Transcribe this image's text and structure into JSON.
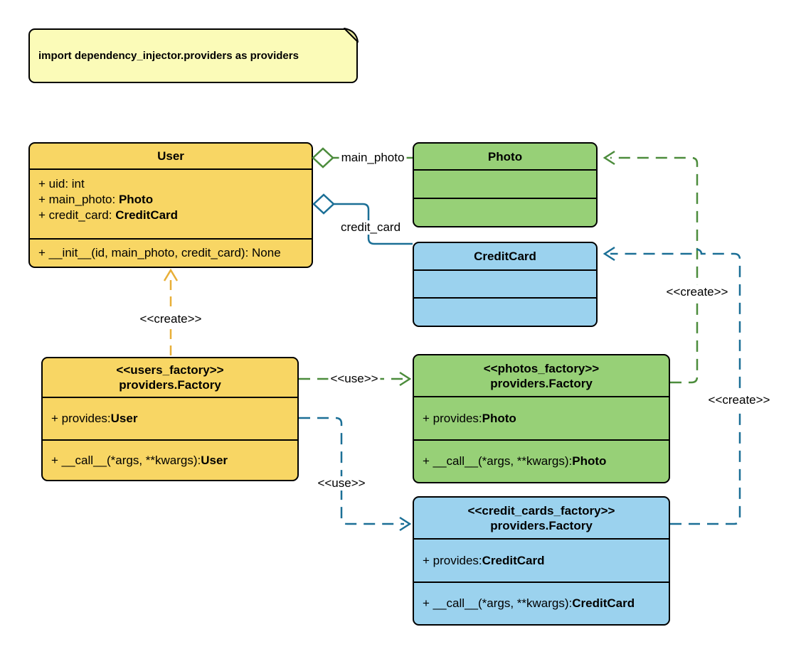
{
  "note": {
    "text": "import dependency_injector.providers as providers"
  },
  "colors": {
    "yellow_fill": "#F8D664",
    "green_fill": "#97D077",
    "blue_fill": "#9BD2EE",
    "note_fill": "#FBFBB8",
    "yellow_stroke": "#E8AF38",
    "green_stroke": "#4C8C3C",
    "blue_stroke": "#1B6F96",
    "border": "#000000"
  },
  "classes": {
    "user": {
      "title": "User",
      "attributes": [
        {
          "plain": "+ uid: int",
          "bold": ""
        },
        {
          "plain": "+ main_photo: ",
          "bold": "Photo"
        },
        {
          "plain": "+ credit_card: ",
          "bold": "CreditCard"
        }
      ],
      "method": {
        "plain": "+ __init__(id, main_photo, credit_card): None",
        "bold": ""
      }
    },
    "photo": {
      "title": "Photo"
    },
    "credit_card": {
      "title": "CreditCard"
    },
    "users_factory": {
      "stereotype": "<<users_factory>>",
      "name": "providers.Factory",
      "provides": {
        "plain": "+ provides: ",
        "bold": "User"
      },
      "call": {
        "plain": "+ __call__(*args, **kwargs): ",
        "bold": "User"
      }
    },
    "photos_factory": {
      "stereotype": "<<photos_factory>>",
      "name": "providers.Factory",
      "provides": {
        "plain": "+ provides: ",
        "bold": "Photo"
      },
      "call": {
        "plain": "+ __call__(*args, **kwargs): ",
        "bold": "Photo"
      }
    },
    "credit_cards_factory": {
      "stereotype": "<<credit_cards_factory>>",
      "name": "providers.Factory",
      "provides": {
        "plain": "+ provides: ",
        "bold": "CreditCard"
      },
      "call": {
        "plain": "+ __call__(*args, **kwargs): ",
        "bold": "CreditCard"
      }
    }
  },
  "edges": {
    "main_photo": {
      "label": "main_photo"
    },
    "credit_card": {
      "label": "credit_card"
    },
    "use_photos": {
      "label": "<<use>>"
    },
    "use_credit_cards": {
      "label": "<<use>>"
    },
    "create_user": {
      "label": "<<create>>"
    },
    "create_photo": {
      "label": "<<create>>"
    },
    "create_credit_card": {
      "label": "<<create>>"
    }
  }
}
